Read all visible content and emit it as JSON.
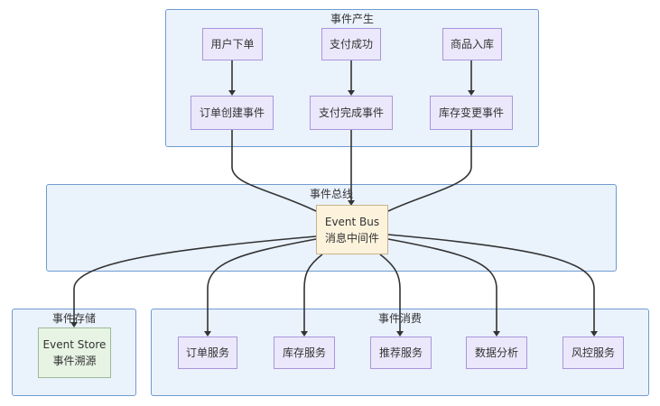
{
  "clusters": {
    "produce": "事件产生",
    "bus": "事件总线",
    "store": "事件存储",
    "consume": "事件消费"
  },
  "nodes": {
    "user_order": "用户下单",
    "pay_success": "支付成功",
    "goods_inbound": "商品入库",
    "order_created_event": "订单创建事件",
    "pay_completed_event": "支付完成事件",
    "stock_changed_event": "库存变更事件",
    "event_bus_line1": "Event Bus",
    "event_bus_line2": "消息中间件",
    "event_store_line1": "Event Store",
    "event_store_line2": "事件溯源",
    "order_service": "订单服务",
    "inventory_service": "库存服务",
    "recommend_service": "推荐服务",
    "data_analysis": "数据分析",
    "risk_control": "风控服务"
  }
}
